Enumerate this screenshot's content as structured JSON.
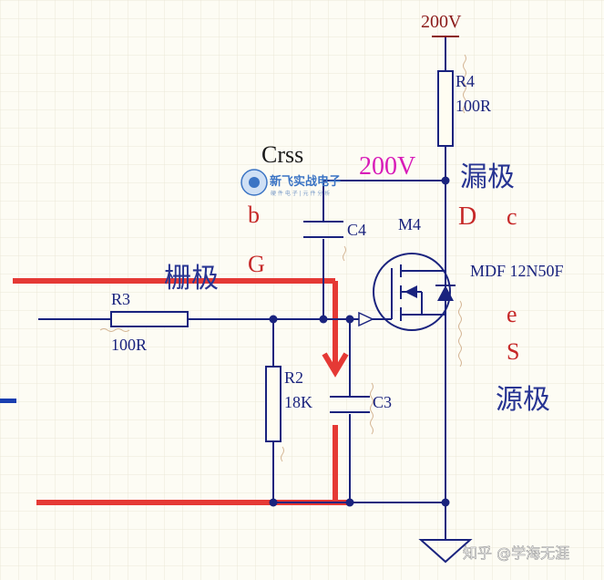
{
  "supply": {
    "label": "200V"
  },
  "r4": {
    "ref": "R4",
    "value": "100R"
  },
  "r3": {
    "ref": "R3",
    "value": "100R"
  },
  "r2": {
    "ref": "R2",
    "value": "18K"
  },
  "c4": {
    "ref": "C4"
  },
  "c3": {
    "ref": "C3"
  },
  "m4": {
    "ref": "M4",
    "part": "MDF 12N50F"
  },
  "annotations": {
    "crss": "Crss",
    "drain_voltage": "200V",
    "drain_name": "漏极",
    "gate_name": "栅极",
    "source_name": "源极",
    "b": "b",
    "g": "G",
    "d": "D",
    "c": "c",
    "e": "e",
    "s": "S"
  },
  "logo": {
    "text": "新飞实战电子",
    "subtitle": "硬 件 电 子 | 元 件 分 析"
  },
  "watermark": "知乎 @学海无涯",
  "colors": {
    "wire": "#1a237e",
    "label_red": "#c62828",
    "label_blue": "#283593",
    "highlight": "#e53935",
    "magenta": "#d81bb8",
    "grid": "#ece7d7",
    "background": "#fdfcf4"
  }
}
